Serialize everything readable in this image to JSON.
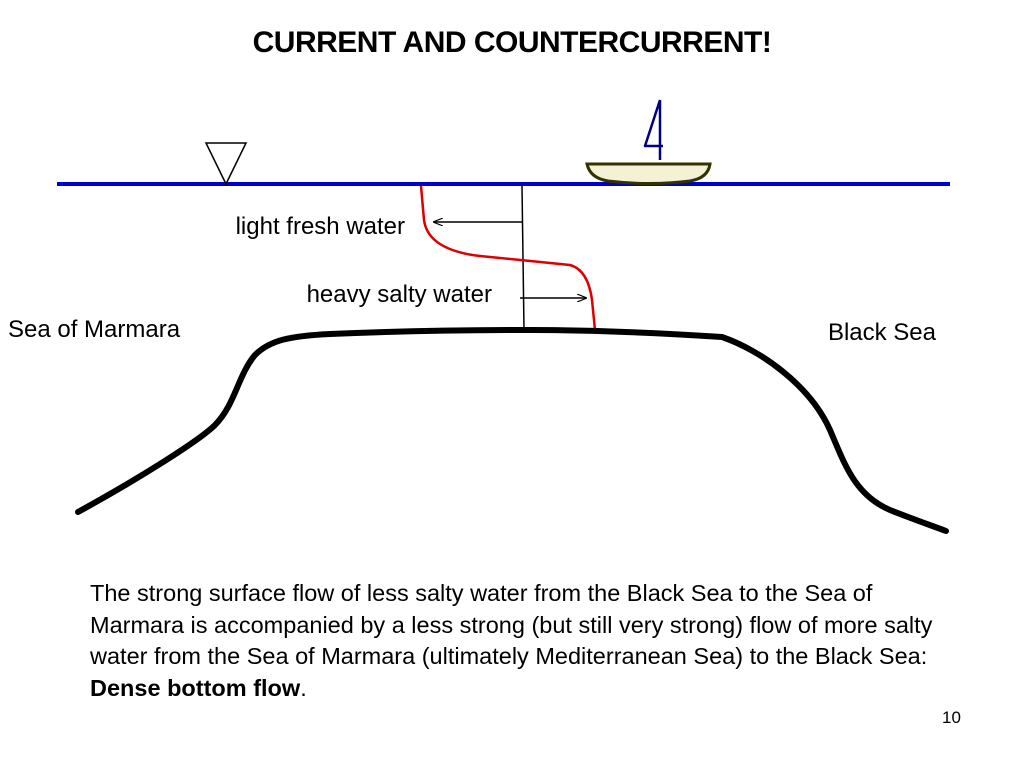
{
  "slide": {
    "title": "CURRENT AND COUNTERCURRENT!",
    "slide_number": "10"
  },
  "diagram": {
    "labels": {
      "light_fresh_water": "light fresh water",
      "heavy_salty_water": "heavy salty water",
      "sea_of_marmara": "Sea of Marmara",
      "black_sea": "Black Sea"
    },
    "colors": {
      "water_surface": "#0000cc",
      "velocity_profile": "#dd0000",
      "seabed": "#000000",
      "boat_hull": "#f5f1d4",
      "sail": "#000080"
    }
  },
  "caption": {
    "body": "The strong surface flow of less salty water from the Black Sea to the Sea of Marmara is accompanied by a less strong (but still very strong) flow of more salty water from the Sea of Marmara (ultimately Mediterranean Sea) to the Black Sea:",
    "emphasis": "Dense bottom flow",
    "trailing": "."
  }
}
